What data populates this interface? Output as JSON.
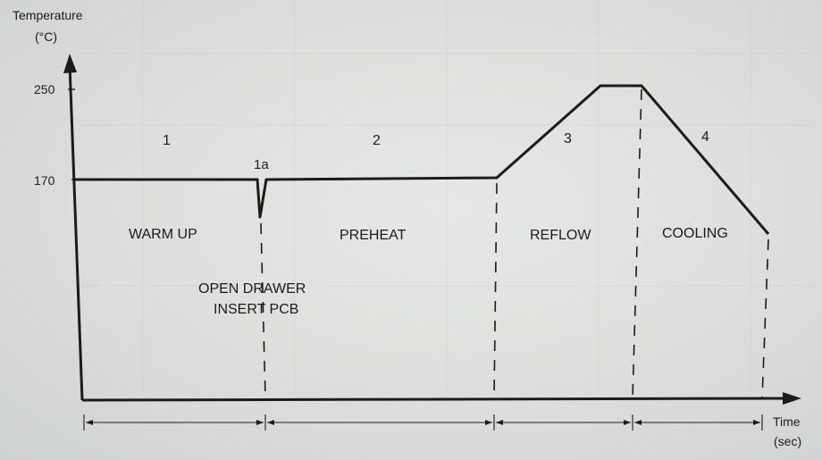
{
  "axes": {
    "y_label_line1": "Temperature",
    "y_label_line2": "(°C)",
    "y_tick_250": "250",
    "y_tick_170": "170",
    "x_label_line1": "Time",
    "x_label_line2": "(sec)"
  },
  "phases": {
    "n1": "1",
    "n1a": "1a",
    "n2": "2",
    "n3": "3",
    "n4": "4"
  },
  "labels": {
    "warm_up": "WARM UP",
    "preheat": "PREHEAT",
    "reflow": "REFLOW",
    "cooling": "COOLING",
    "open_drawer": "OPEN DRAWER",
    "insert_pcb": "INSERT PCB"
  }
}
